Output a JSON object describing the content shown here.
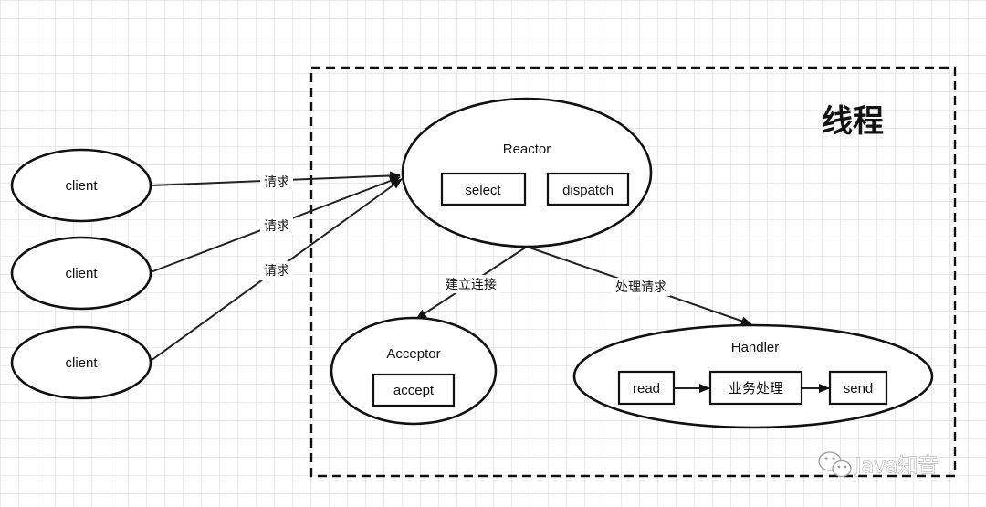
{
  "thread_label": "线程",
  "reactor": {
    "title": "Reactor",
    "select_label": "select",
    "dispatch_label": "dispatch"
  },
  "clients": [
    {
      "label": "client"
    },
    {
      "label": "client"
    },
    {
      "label": "client"
    }
  ],
  "request_label": "请求",
  "acceptor": {
    "title": "Acceptor",
    "accept_label": "accept"
  },
  "handler": {
    "title": "Handler",
    "read_label": "read",
    "business_label": "业务处理",
    "send_label": "send"
  },
  "edges": {
    "connect_label": "建立连接",
    "process_label": "处理请求"
  },
  "watermark": {
    "text": "Java知音",
    "icon": "wechat-icon"
  }
}
